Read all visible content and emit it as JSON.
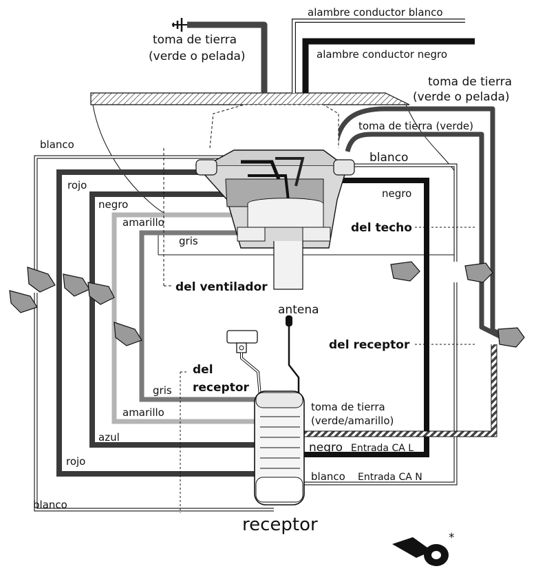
{
  "labels": {
    "ground_top": "toma de tierra",
    "ground_top_2": "(verde o pelada)",
    "white_conductor": "alambre conductor blanco",
    "black_conductor": "alambre conductor negro",
    "ground_right": "toma de tierra",
    "ground_right_2": "(verde o pelada)",
    "ground_green": "toma de tierra (verde)",
    "white_top_left": "blanco",
    "white_right": "blanco",
    "red_left": "rojo",
    "black_left": "negro",
    "black_right": "negro",
    "yellow_left": "amarillo",
    "gray_left": "gris",
    "from_ceiling": "del techo",
    "from_fan": "del ventilador",
    "antenna": "antena",
    "from_receiver": "del receptor",
    "from_receiver_left_1": "del",
    "from_receiver_left_2": "receptor",
    "gray_low": "gris",
    "yellow_low": "amarillo",
    "blue_low": "azul",
    "red_low": "rojo",
    "white_low": "blanco",
    "receiver_ground_1": "toma de tierra",
    "receiver_ground_2": "(verde/amarillo)",
    "black_ac_word": "negro",
    "black_ac_desc": "Entrada CA L",
    "white_ac_word": "blanco",
    "white_ac_desc": "Entrada CA N",
    "receiver": "receptor",
    "asterisk": "*"
  },
  "colors": {
    "black_wire": "#111111",
    "red_wire": "#3a3a3a",
    "dark_wire": "#4a4a4a",
    "yellow_wire": "#b4b4b4",
    "gray_wire": "#7a7a7a",
    "ground_wire": "#555555",
    "nut": "#9a9a9a"
  },
  "icons": [
    "ground-symbol-icon",
    "wire-nut-icon",
    "electrical-tape-icon",
    "receiver-unit-icon",
    "antenna-icon"
  ]
}
